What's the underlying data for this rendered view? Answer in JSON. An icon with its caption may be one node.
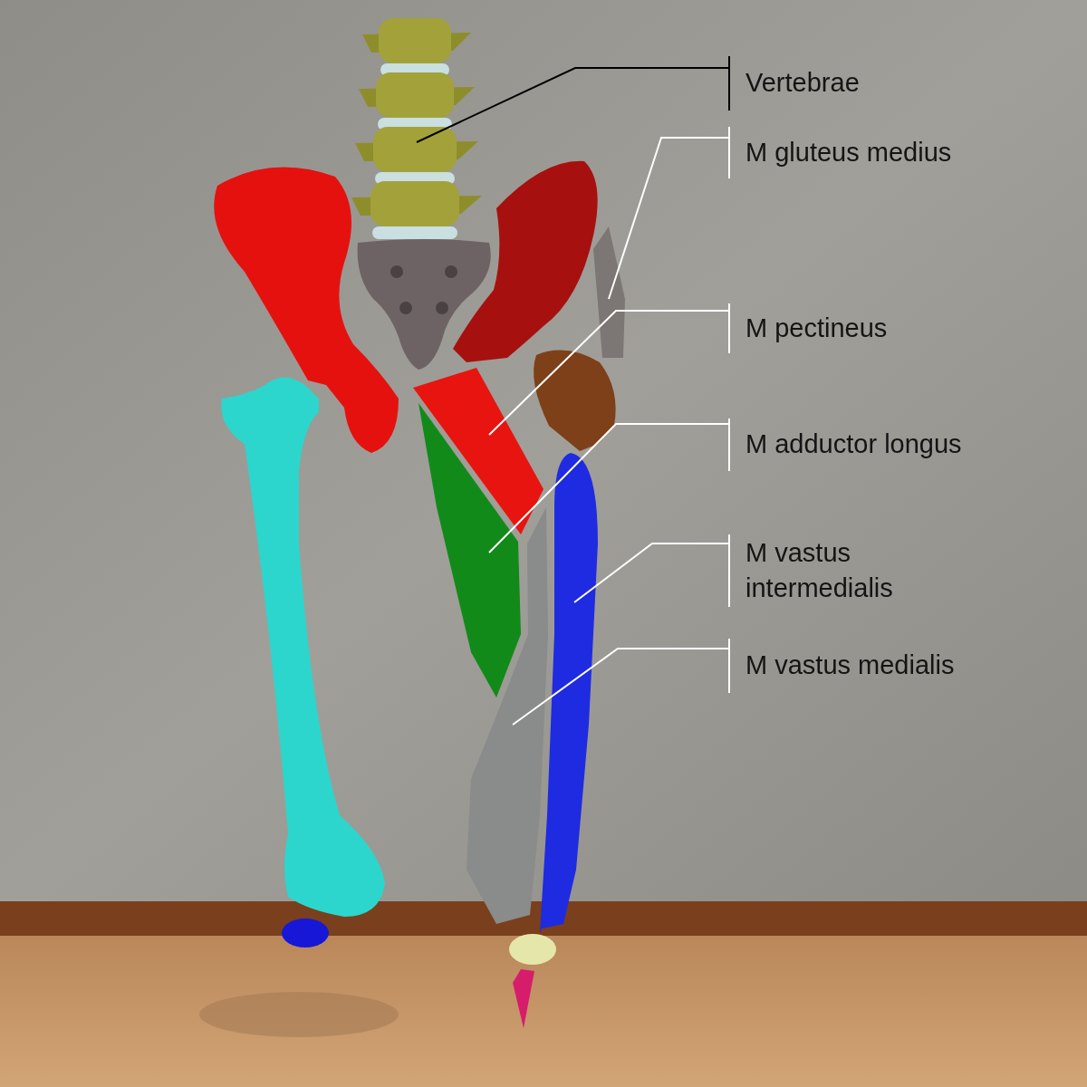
{
  "diagram": {
    "nodes": [
      {
        "text": [
          "Vertebrae"
        ]
      },
      {
        "text": [
          "M gluteus medius"
        ]
      },
      {
        "text": [
          "M pectineus"
        ]
      },
      {
        "text": [
          "M adductor longus"
        ]
      },
      {
        "text": [
          "M vastus intermedialis"
        ]
      },
      {
        "text": [
          "M vastus medialis"
        ]
      },
      {
        "text": [],
        "shape": "picture"
      },
      {
        "text": [],
        "shape": "picture"
      },
      {
        "text": [],
        "shape": "picture"
      },
      {
        "text": [],
        "shape": "picture"
      },
      {
        "text": [],
        "shape": "picture"
      },
      {
        "text": [],
        "shape": "picture"
      }
    ],
    "edges": [
      {
        "from": 0,
        "to": 6,
        "arrow": "none",
        "color": "#000000"
      },
      {
        "from": 1,
        "to": 7,
        "arrow": "none"
      },
      {
        "from": 2,
        "to": 8,
        "arrow": "none"
      },
      {
        "from": 3,
        "to": 9,
        "arrow": "none"
      },
      {
        "from": 4,
        "to": 10,
        "arrow": "none"
      },
      {
        "from": 5,
        "to": 11,
        "arrow": "none"
      }
    ]
  }
}
